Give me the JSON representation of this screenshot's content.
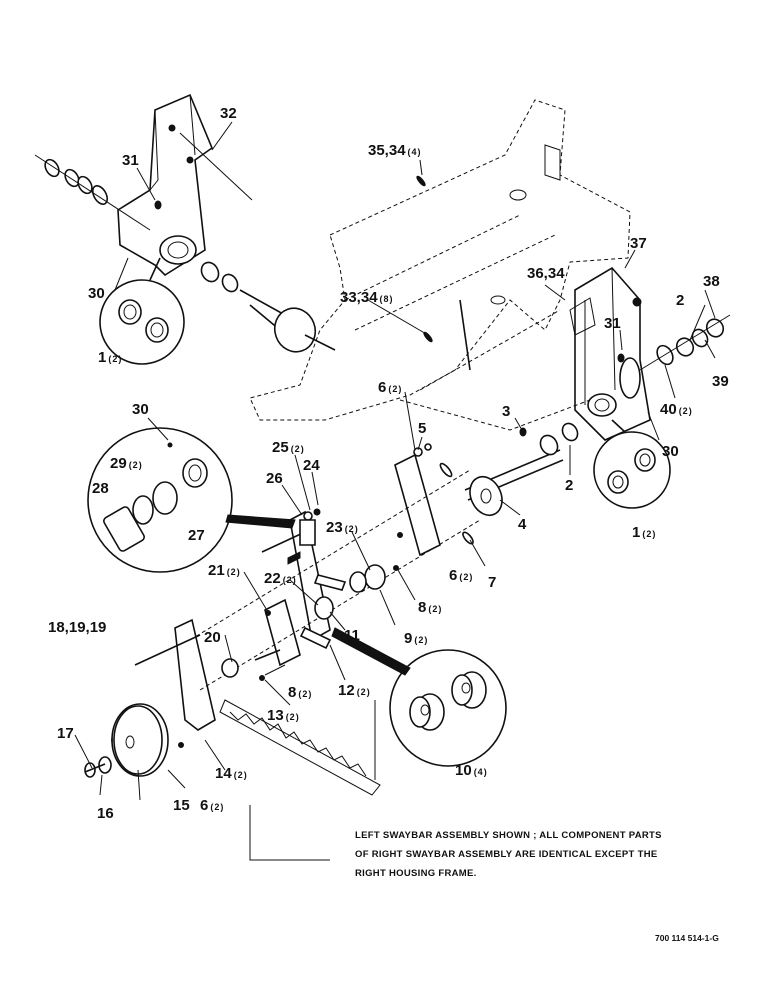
{
  "callouts": [
    {
      "label": "32",
      "qty": ""
    },
    {
      "label": "31",
      "qty": ""
    },
    {
      "label": "30",
      "qty": ""
    },
    {
      "label": "1",
      "qty": "(2)"
    },
    {
      "label": "35,34",
      "qty": "(4)"
    },
    {
      "label": "37",
      "qty": ""
    },
    {
      "label": "36,34",
      "qty": ""
    },
    {
      "label": "38",
      "qty": ""
    },
    {
      "label": "33,34",
      "qty": "(8)"
    },
    {
      "label": "2",
      "qty": ""
    },
    {
      "label": "31",
      "qty": ""
    },
    {
      "label": "39",
      "qty": ""
    },
    {
      "label": "40",
      "qty": "(2)"
    },
    {
      "label": "6",
      "qty": "(2)"
    },
    {
      "label": "30",
      "qty": ""
    },
    {
      "label": "3",
      "qty": ""
    },
    {
      "label": "5",
      "qty": ""
    },
    {
      "label": "30",
      "qty": ""
    },
    {
      "label": "25",
      "qty": "(2)"
    },
    {
      "label": "24",
      "qty": ""
    },
    {
      "label": "29",
      "qty": "(2)"
    },
    {
      "label": "26",
      "qty": ""
    },
    {
      "label": "28",
      "qty": ""
    },
    {
      "label": "27",
      "qty": ""
    },
    {
      "label": "2",
      "qty": ""
    },
    {
      "label": "4",
      "qty": ""
    },
    {
      "label": "1",
      "qty": "(2)"
    },
    {
      "label": "23",
      "qty": "(2)"
    },
    {
      "label": "6",
      "qty": "(2)"
    },
    {
      "label": "7",
      "qty": ""
    },
    {
      "label": "21",
      "qty": "(2)"
    },
    {
      "label": "22",
      "qty": "(2)"
    },
    {
      "label": "8",
      "qty": "(2)"
    },
    {
      "label": "9",
      "qty": "(2)"
    },
    {
      "label": "18,19,19",
      "qty": ""
    },
    {
      "label": "20",
      "qty": ""
    },
    {
      "label": "11",
      "qty": ""
    },
    {
      "label": "8",
      "qty": "(2)"
    },
    {
      "label": "12",
      "qty": "(2)"
    },
    {
      "label": "13",
      "qty": "(2)"
    },
    {
      "label": "17",
      "qty": ""
    },
    {
      "label": "14",
      "qty": "(2)"
    },
    {
      "label": "10",
      "qty": "(4)"
    },
    {
      "label": "6",
      "qty": "(2)"
    },
    {
      "label": "16",
      "qty": ""
    },
    {
      "label": "15",
      "qty": ""
    }
  ],
  "note": {
    "line1": "LEFT SWAYBAR ASSEMBLY SHOWN ; ALL COMPONENT PARTS",
    "line2": "OF RIGHT SWAYBAR ASSEMBLY ARE IDENTICAL EXCEPT THE",
    "line3": "RIGHT HOUSING FRAME."
  },
  "document_number": "700 114 514-1-G"
}
